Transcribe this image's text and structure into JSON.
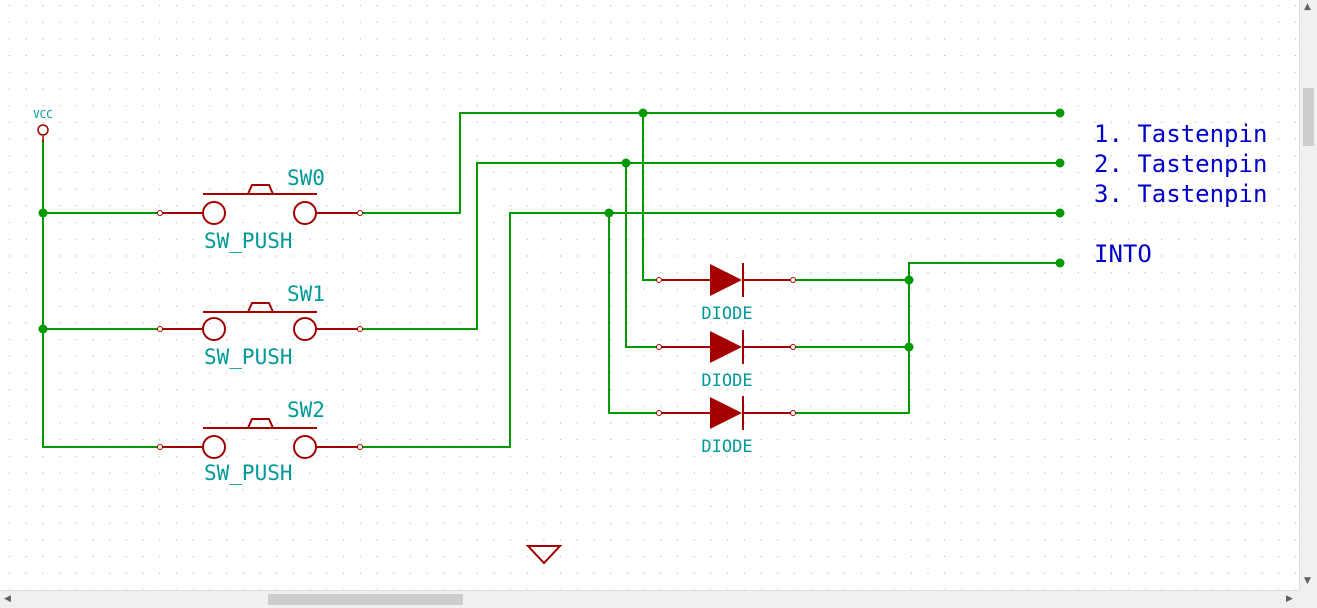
{
  "schematic": {
    "power": {
      "label": "VCC"
    },
    "switches": [
      {
        "ref": "SW0",
        "value": "SW_PUSH"
      },
      {
        "ref": "SW1",
        "value": "SW_PUSH"
      },
      {
        "ref": "SW2",
        "value": "SW_PUSH"
      }
    ],
    "diodes": [
      {
        "value": "DIODE"
      },
      {
        "value": "DIODE"
      },
      {
        "value": "DIODE"
      }
    ],
    "labels": [
      "1. Tastenpin",
      "2. Tastenpin",
      "3. Tastenpin",
      "INTO"
    ]
  },
  "colors": {
    "background": "#ffffff",
    "grid": "#a0a0a0",
    "wire": "#009900",
    "component": "#a50000",
    "field_text": "#009999",
    "label_text": "#0000c8",
    "power_text": "#009999"
  },
  "scrollbars": {
    "up_arrow_icon": "chevron-up-icon",
    "down_arrow_icon": "chevron-down-icon",
    "left_arrow_icon": "chevron-left-icon",
    "right_arrow_icon": "chevron-right-icon"
  }
}
